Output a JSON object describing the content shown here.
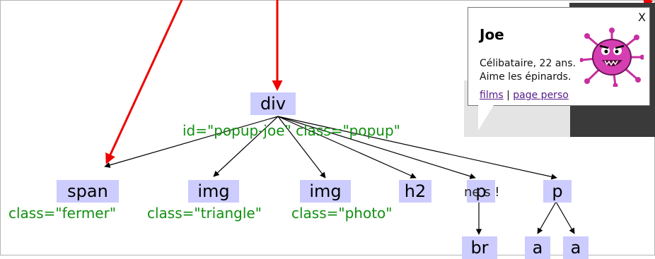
{
  "tree": {
    "root": {
      "label": "div",
      "attr": "id=\"popup-joe\" class=\"popup\""
    },
    "children": [
      {
        "label": "span",
        "attr": "class=\"fermer\""
      },
      {
        "label": "img",
        "attr": "class=\"triangle\""
      },
      {
        "label": "img",
        "attr": "class=\"photo\""
      },
      {
        "label": "h2",
        "attr": ""
      },
      {
        "label": "p",
        "attr": ""
      },
      {
        "label": "p",
        "attr": ""
      }
    ],
    "grandchildren": [
      {
        "label": "br"
      },
      {
        "label": "a"
      },
      {
        "label": "a"
      }
    ]
  },
  "popup": {
    "close": "X",
    "title": "Joe",
    "line1": "Célibataire, 22 ans.",
    "line2": "Aime les épinards.",
    "link1": "films",
    "separator": "|",
    "link2": "page perso",
    "behind_text": "ne  s !"
  },
  "colors": {
    "node_bg": "#ccccff",
    "attr_text": "#109010",
    "arrow": "#ee0000"
  },
  "icons": {
    "photo": "virus-monster-icon"
  }
}
